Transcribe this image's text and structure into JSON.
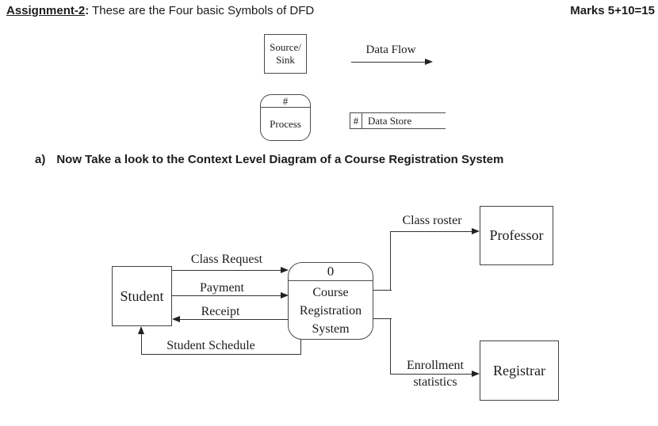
{
  "header": {
    "title_bold": "Assignment-2",
    "title_sep": ":",
    "title_rest": " These are the Four basic Symbols of DFD",
    "marks": "Marks 5+10=15"
  },
  "symbols": {
    "source_sink_line1": "Source/",
    "source_sink_line2": "Sink",
    "data_flow_label": "Data Flow",
    "process_hash": "#",
    "process_label": "Process",
    "data_store_hash": "#",
    "data_store_label": "Data Store"
  },
  "section_a": {
    "marker": "a)",
    "text": "Now Take a look to the Context Level Diagram of a Course Registration System"
  },
  "diagram": {
    "entities": {
      "student": "Student",
      "professor": "Professor",
      "registrar": "Registrar"
    },
    "process": {
      "number": "0",
      "name_line1": "Course",
      "name_line2": "Registration",
      "name_line3": "System"
    },
    "flows": {
      "class_request": "Class Request",
      "payment": "Payment",
      "receipt": "Receipt",
      "student_schedule": "Student Schedule",
      "class_roster": "Class roster",
      "enrollment_line1": "Enrollment",
      "enrollment_line2": "statistics"
    }
  },
  "colors": {
    "text": "#1c1c1c",
    "line": "#333333",
    "box_border": "#434343",
    "background": "#ffffff"
  }
}
